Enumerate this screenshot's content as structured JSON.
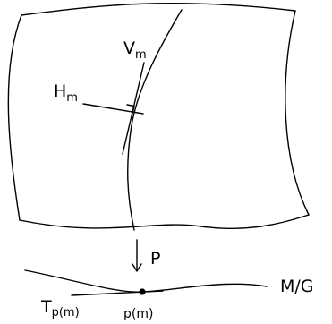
{
  "labels": {
    "vertical": {
      "main": "V",
      "sub": "m"
    },
    "horizontal": {
      "main": "H",
      "sub": "m"
    },
    "projection": "P",
    "quotient": "M/G",
    "tangent": {
      "main": "T",
      "sub": "p(m)"
    },
    "point": "p(m)"
  }
}
